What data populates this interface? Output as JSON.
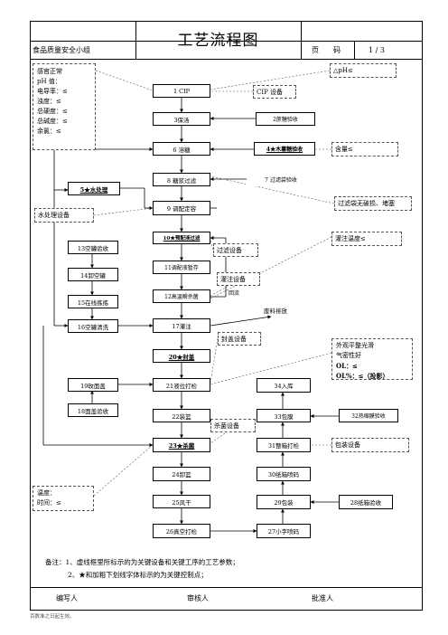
{
  "header": {
    "title": "工艺流程图",
    "group": "食品质量安全小组",
    "page_label": "页　　码",
    "page_value": "1  /  3"
  },
  "left_notes": {
    "lines": [
      "感官正常",
      "pH 值：",
      "电导率：≤",
      "浊度：≤",
      "总硬度：≤",
      "总碱度：≤",
      "余氯：≤"
    ]
  },
  "steps": {
    "s1": "1 CIP",
    "s3": "3保汤",
    "s2": "2蔗糖验收",
    "s6": "6  溶糖",
    "s4": "4★木薯糖验收",
    "s8": "8  糖浆过滤",
    "s7": "7  过滤袋验收",
    "s5": "5★水处理",
    "s9": "9  调配定容",
    "s10": "10★预配液过滤",
    "s11": "11调配液暂存",
    "s12": "12高温瞬杀菌",
    "s13": "13空罐验收",
    "s14": "14卸空罐",
    "s15": "15在线拣拣",
    "s16": "16空罐清洗",
    "s17": "17灌注",
    "s19": "19玫面盖",
    "s18": "18面盖验收",
    "s20": "20★封盖",
    "s21": "21液位打检",
    "s22": "22装篮",
    "s23": "23★杀菌",
    "s24": "24卸篮",
    "s25": "25风干",
    "s26": "26真空打检",
    "s27": "27小字喷码",
    "s28": "28纸箱验收",
    "s29": "29包装",
    "s30": "30纸箱喷码",
    "s31": "31整箱打检",
    "s32": "32热缩膜验收",
    "s33": "33包膜",
    "s34": "34入库"
  },
  "annotations": {
    "ph": "△pH≤",
    "cip_equipment": "CIP 设备",
    "content": "含量≤",
    "water_equipment": "水处理设备",
    "filter_bag": "过滤袋无破损、堵塞",
    "filter_equipment": "过滤设备",
    "fill_temp": "灌注温度≤",
    "fill_equipment": "灌注设备",
    "return_label": "回流",
    "waste": "废料排放",
    "seal_equipment": "封盖设备",
    "appearance": [
      "外观平整光滑",
      "气密性好",
      "OL：≤",
      "OL%：≤（投影）"
    ],
    "sterilize_equipment": "杀菌设备",
    "pack_equipment": "包装设备",
    "temp_time": [
      "温度：",
      "时间：≤"
    ]
  },
  "notes": {
    "line1": "备注：1、虚线框里所标示的为关键设备和关键工序的工艺参数；",
    "line2": "2、★和加粗下划线字体标示的为关键控制点；"
  },
  "footer": {
    "writer": "编写人",
    "reviewer": "审核人",
    "approver": "批准人",
    "tiny": "百数准之日起生效。"
  }
}
